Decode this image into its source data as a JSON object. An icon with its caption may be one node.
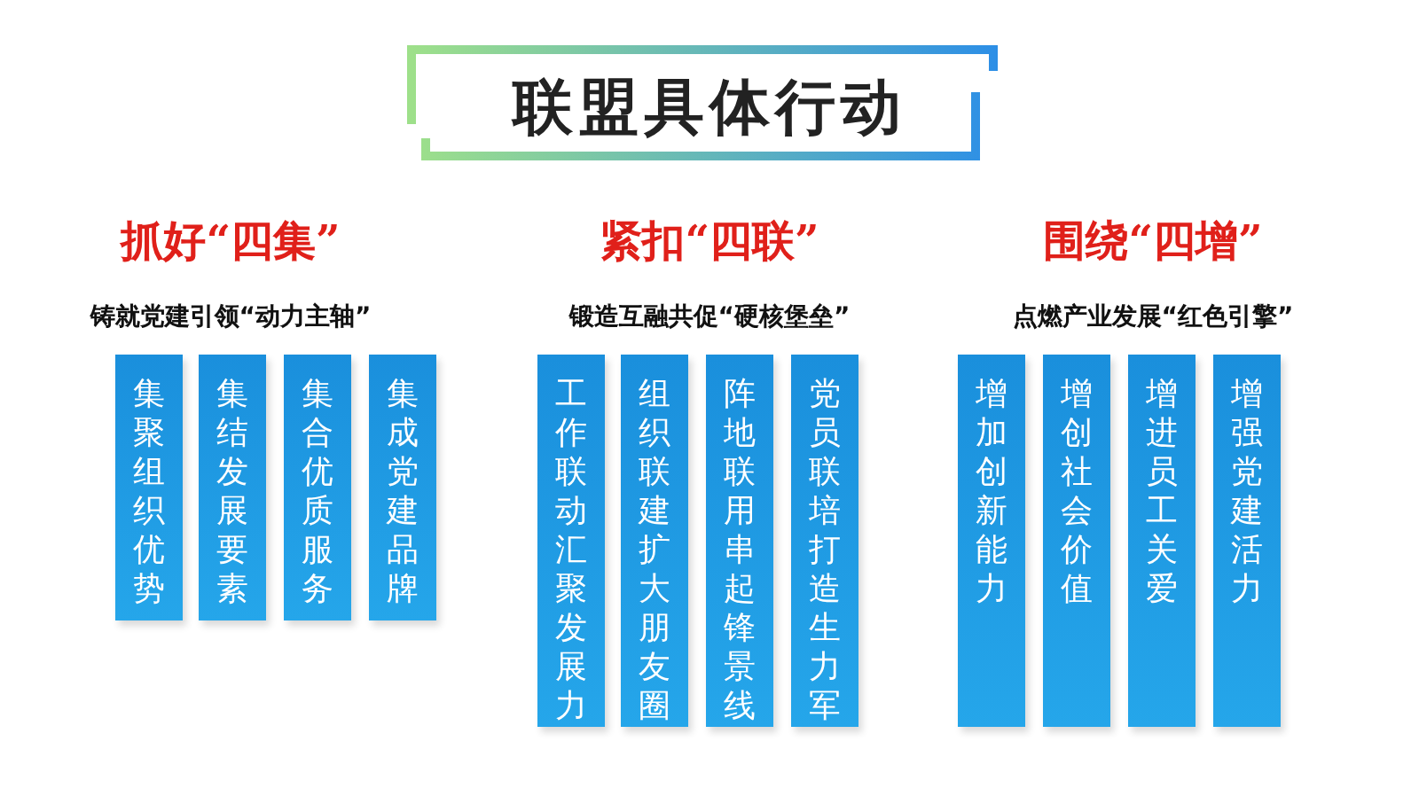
{
  "diagram": {
    "title": "联盟具体行动",
    "nodes": [
      {
        "text": [
          "集聚组织优势"
        ]
      },
      {
        "text": [
          "集结发展要素"
        ]
      },
      {
        "text": [
          "集合优质服务"
        ]
      },
      {
        "text": [
          "集成党建品牌"
        ]
      },
      {
        "text": [
          "工作联动汇聚发展力"
        ]
      },
      {
        "text": [
          "组织联建扩大朋友圈"
        ]
      },
      {
        "text": [
          "阵地联用串起锋景线"
        ]
      },
      {
        "text": [
          "党员联培打造生力军"
        ]
      },
      {
        "text": [
          "增加创新能力"
        ]
      },
      {
        "text": [
          "增创社会价值"
        ]
      },
      {
        "text": [
          "增进员工关爱"
        ]
      },
      {
        "text": [
          "增强党建活力"
        ]
      }
    ],
    "labels": [
      "抓好“四集”",
      "铸就党建引领“动力主轴”",
      "紧扣“四联”",
      "锻造互融共促“硬核堡垒”",
      "围绕“四增”",
      "点燃产业发展“红色引擎”"
    ]
  }
}
